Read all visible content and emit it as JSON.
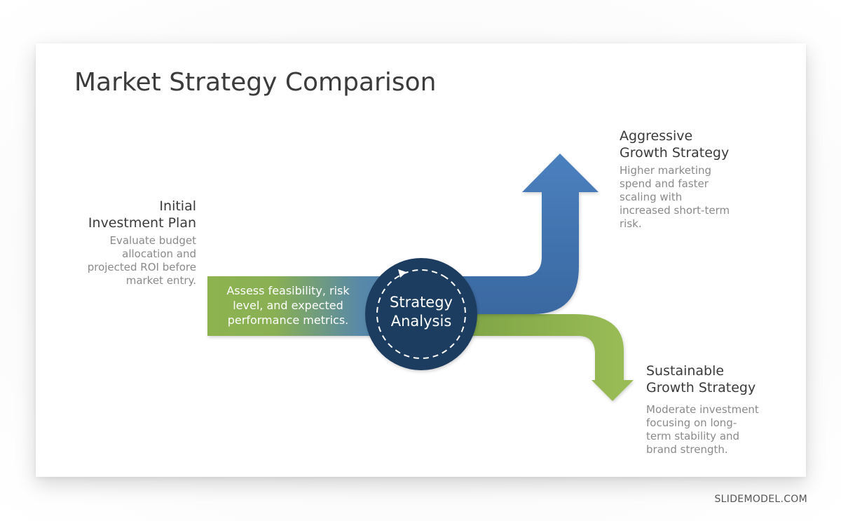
{
  "slide": {
    "title": "Market Strategy Comparison"
  },
  "initial_plan": {
    "heading_line1": "Initial",
    "heading_line2": "Investment Plan",
    "description_lines": [
      "Evaluate budget",
      "allocation and",
      "projected ROI before",
      "market entry."
    ]
  },
  "assessment_bar": {
    "lines": [
      "Assess feasibility, risk",
      "level, and expected",
      "performance metrics."
    ]
  },
  "hub": {
    "line1": "Strategy",
    "line2": "Analysis",
    "icon": "cycle-dashed-ring-icon"
  },
  "aggressive": {
    "heading_line1": "Aggressive",
    "heading_line2": "Growth Strategy",
    "description_lines": [
      "Higher marketing",
      "spend and faster",
      "scaling with",
      "increased short-term",
      "risk."
    ],
    "arrow_direction": "up"
  },
  "sustainable": {
    "heading_line1": "Sustainable",
    "heading_line2": "Growth Strategy",
    "description_lines": [
      "Moderate investment",
      "focusing on long-",
      "term stability and",
      "brand strength."
    ],
    "arrow_direction": "down"
  },
  "colors": {
    "blue": "#3f6fa8",
    "blue_light": "#4a7fbd",
    "green": "#8db350",
    "green_light": "#9bbd57",
    "navy": "#1f3c5e",
    "title_text": "#3b3b3b",
    "body_text": "#8a8a8a"
  },
  "footer": {
    "brand": "SLIDEMODEL.COM"
  }
}
